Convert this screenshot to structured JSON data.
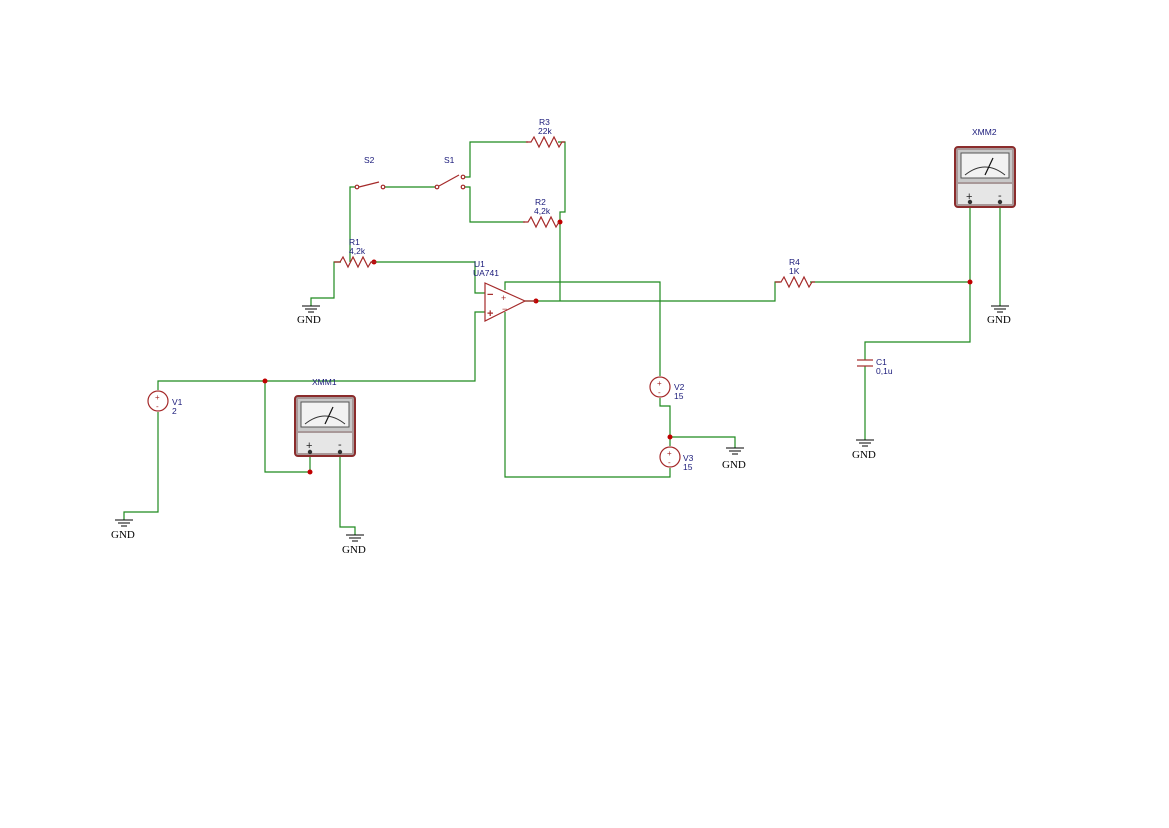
{
  "components": {
    "R1": {
      "ref": "R1",
      "value": "4,2k"
    },
    "R2": {
      "ref": "R2",
      "value": "4,2k"
    },
    "R3": {
      "ref": "R3",
      "value": "22k"
    },
    "R4": {
      "ref": "R4",
      "value": "1K"
    },
    "C1": {
      "ref": "C1",
      "value": "0,1u"
    },
    "U1": {
      "ref": "U1",
      "value": "UA741"
    },
    "V1": {
      "ref": "V1",
      "value": "2"
    },
    "V2": {
      "ref": "V2",
      "value": "15"
    },
    "V3": {
      "ref": "V3",
      "value": "15"
    },
    "S1": {
      "ref": "S1"
    },
    "S2": {
      "ref": "S2"
    },
    "XMM1": {
      "ref": "XMM1",
      "plus": "+",
      "minus": "-"
    },
    "XMM2": {
      "ref": "XMM2",
      "plus": "+",
      "minus": "-"
    }
  },
  "ground_label": "GND",
  "opamp_pins": {
    "minus": "−",
    "plus": "+"
  },
  "colors": {
    "wire": "#1e8a1e",
    "component": "#a52a2a",
    "junction": "#c00000",
    "label": "#1a1a7a"
  }
}
